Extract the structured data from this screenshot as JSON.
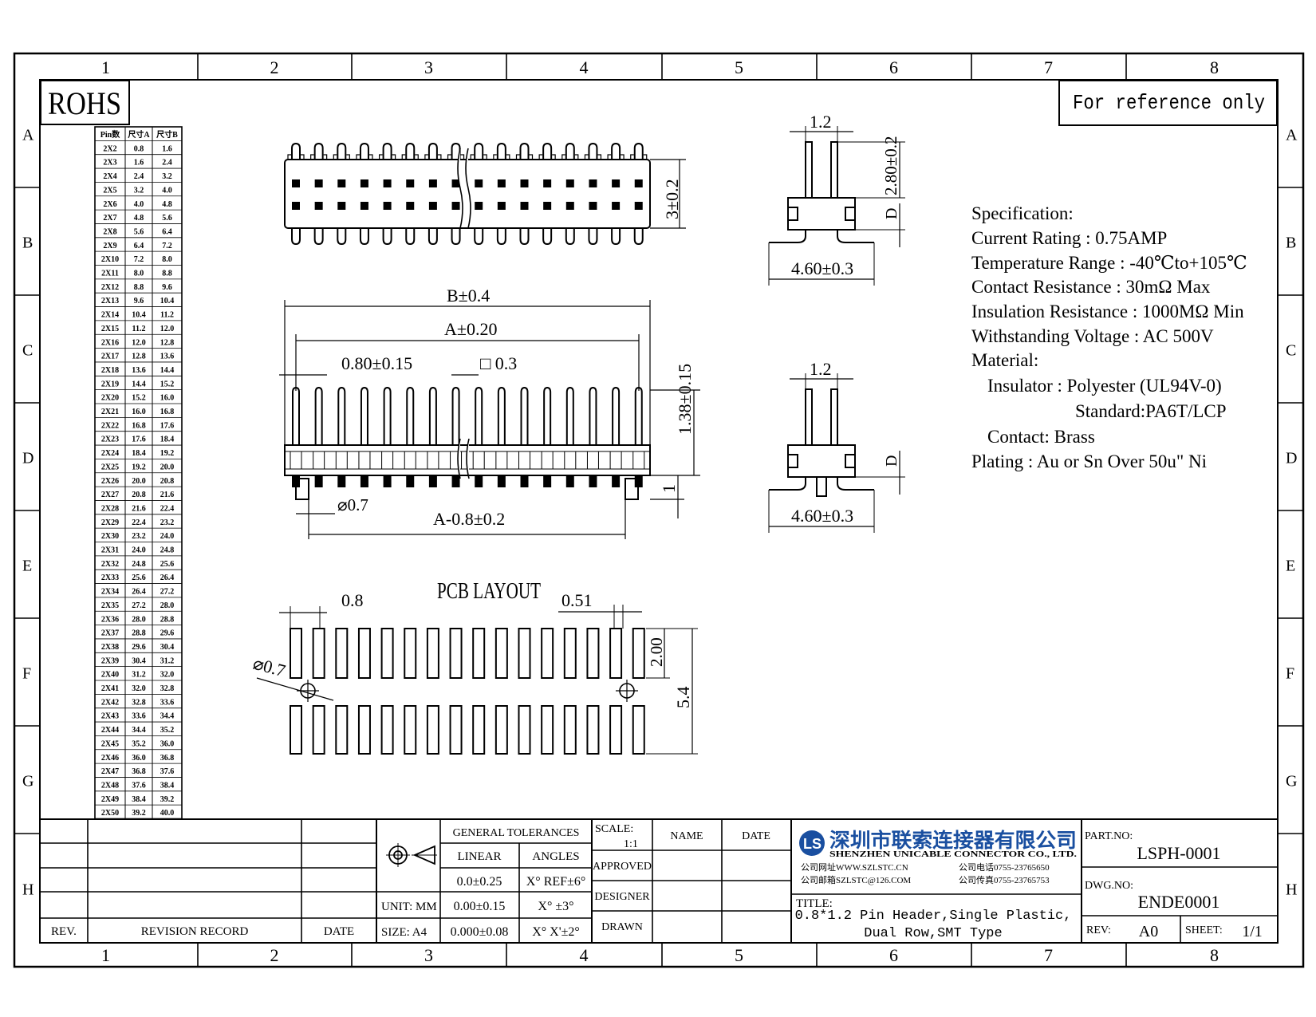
{
  "frame": {
    "columns": [
      "1",
      "2",
      "3",
      "4",
      "5",
      "6",
      "7",
      "8"
    ],
    "rows": [
      "A",
      "B",
      "C",
      "D",
      "E",
      "F",
      "G",
      "H"
    ]
  },
  "rohs": "ROHS",
  "reference_note": "For reference only",
  "pin_table": {
    "headers": [
      "Pin数",
      "尺寸A",
      "尺寸B"
    ],
    "rows": [
      [
        "2X2",
        "0.8",
        "1.6"
      ],
      [
        "2X3",
        "1.6",
        "2.4"
      ],
      [
        "2X4",
        "2.4",
        "3.2"
      ],
      [
        "2X5",
        "3.2",
        "4.0"
      ],
      [
        "2X6",
        "4.0",
        "4.8"
      ],
      [
        "2X7",
        "4.8",
        "5.6"
      ],
      [
        "2X8",
        "5.6",
        "6.4"
      ],
      [
        "2X9",
        "6.4",
        "7.2"
      ],
      [
        "2X10",
        "7.2",
        "8.0"
      ],
      [
        "2X11",
        "8.0",
        "8.8"
      ],
      [
        "2X12",
        "8.8",
        "9.6"
      ],
      [
        "2X13",
        "9.6",
        "10.4"
      ],
      [
        "2X14",
        "10.4",
        "11.2"
      ],
      [
        "2X15",
        "11.2",
        "12.0"
      ],
      [
        "2X16",
        "12.0",
        "12.8"
      ],
      [
        "2X17",
        "12.8",
        "13.6"
      ],
      [
        "2X18",
        "13.6",
        "14.4"
      ],
      [
        "2X19",
        "14.4",
        "15.2"
      ],
      [
        "2X20",
        "15.2",
        "16.0"
      ],
      [
        "2X21",
        "16.0",
        "16.8"
      ],
      [
        "2X22",
        "16.8",
        "17.6"
      ],
      [
        "2X23",
        "17.6",
        "18.4"
      ],
      [
        "2X24",
        "18.4",
        "19.2"
      ],
      [
        "2X25",
        "19.2",
        "20.0"
      ],
      [
        "2X26",
        "20.0",
        "20.8"
      ],
      [
        "2X27",
        "20.8",
        "21.6"
      ],
      [
        "2X28",
        "21.6",
        "22.4"
      ],
      [
        "2X29",
        "22.4",
        "23.2"
      ],
      [
        "2X30",
        "23.2",
        "24.0"
      ],
      [
        "2X31",
        "24.0",
        "24.8"
      ],
      [
        "2X32",
        "24.8",
        "25.6"
      ],
      [
        "2X33",
        "25.6",
        "26.4"
      ],
      [
        "2X34",
        "26.4",
        "27.2"
      ],
      [
        "2X35",
        "27.2",
        "28.0"
      ],
      [
        "2X36",
        "28.0",
        "28.8"
      ],
      [
        "2X37",
        "28.8",
        "29.6"
      ],
      [
        "2X38",
        "29.6",
        "30.4"
      ],
      [
        "2X39",
        "30.4",
        "31.2"
      ],
      [
        "2X40",
        "31.2",
        "32.0"
      ],
      [
        "2X41",
        "32.0",
        "32.8"
      ],
      [
        "2X42",
        "32.8",
        "33.6"
      ],
      [
        "2X43",
        "33.6",
        "34.4"
      ],
      [
        "2X44",
        "34.4",
        "35.2"
      ],
      [
        "2X45",
        "35.2",
        "36.0"
      ],
      [
        "2X46",
        "36.0",
        "36.8"
      ],
      [
        "2X47",
        "36.8",
        "37.6"
      ],
      [
        "2X48",
        "37.6",
        "38.4"
      ],
      [
        "2X49",
        "38.4",
        "39.2"
      ],
      [
        "2X50",
        "39.2",
        "40.0"
      ]
    ]
  },
  "dims": {
    "top_height": "3±0.2",
    "side_width": "1.2",
    "side_height": "2.80±0.2",
    "side_d": "D",
    "side_foot": "4.60±0.3",
    "b_overall": "B±0.4",
    "a_span": "A±0.20",
    "pitch": "0.80±0.15",
    "square": "□ 0.3",
    "pin_height": "1.38±0.15",
    "post_height": "1",
    "post_dia": "⌀0.7",
    "post_span": "A-0.8±0.2",
    "side2_width": "1.2",
    "side2_d": "D",
    "side2_foot": "4.60±0.3"
  },
  "pcb": {
    "title": "PCB   LAYOUT",
    "pitch": "0.8",
    "pad_width": "0.51",
    "pad_len": "2.00",
    "row_span": "5.4",
    "hole": "⌀0.7"
  },
  "spec": {
    "lines": [
      "Specification:",
      "Current Rating : 0.75AMP",
      "Temperature Range : -40℃to+105℃",
      "Contact Resistance : 30mΩ Max",
      "Insulation Resistance : 1000MΩ Min",
      "Withstanding Voltage : AC 500V",
      "Material:",
      "  Insulator : Polyester (UL94V-0)",
      "          Standard:PA6T/LCP",
      "  Contact: Brass",
      "Plating : Au or Sn Over 50u\" Ni"
    ]
  },
  "title_block": {
    "rev_label": "REV.",
    "revision_record": "REVISION RECORD",
    "date_label": "DATE",
    "general_tolerances": "GENERAL TOLERANCES",
    "linear": "LINEAR",
    "angles": "ANGLES",
    "lin1": "0.0±0.25",
    "lin2": "0.00±0.15",
    "lin3": "0.000±0.08",
    "ang1": "X° REF±6°",
    "ang2": "X° ±3°",
    "ang3": "X° X'±2°",
    "unit": "UNIT: MM",
    "size": "SIZE: A4",
    "scale_label": "SCALE:",
    "scale_value": "1:1",
    "approved": "APPROVED",
    "designer": "DESIGNER",
    "drawn": "DRAWN",
    "name": "NAME",
    "date": "DATE",
    "company_cn": "深圳市联索连接器有限公司",
    "company_en": "SHENZHEN UNICABLE CONNECTOR CO., LTD.",
    "web": "公司网址WWW.SZLSTC.CN",
    "email": "公司邮箱SZLSTC@126.COM",
    "phone": "公司电话0755-23765650",
    "fax": "公司传真0755-23765753",
    "title_label": "TITLE:",
    "title_line1": "0.8*1.2 Pin Header,Single Plastic,",
    "title_line2": "Dual Row,SMT Type",
    "part_label": "PART.NO:",
    "part_no": "LSPH-0001",
    "dwg_label": "DWG.NO:",
    "dwg_no": "ENDE0001",
    "rev2_label": "REV:",
    "rev_value": "A0",
    "sheet_label": "SHEET:",
    "sheet_value": "1/1"
  }
}
